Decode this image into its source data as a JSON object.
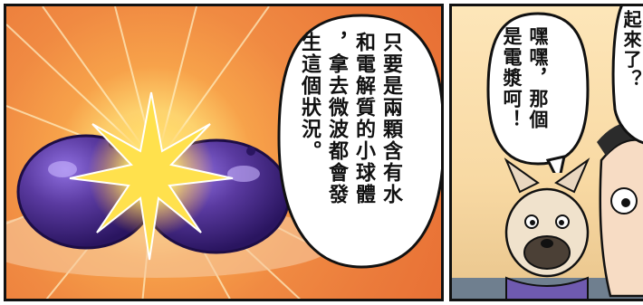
{
  "bubble_main": {
    "lines": [
      "只要是兩顆含有水",
      "和電解質的小球體",
      "，拿去微波都會發",
      "生這個狀況。"
    ]
  },
  "bubble_right": {
    "lines": [
      "嘿嘿，那個",
      "是電漿呵！"
    ]
  },
  "bubble_edge": {
    "lines": [
      "起",
      "來",
      "了",
      "？"
    ]
  },
  "colors": {
    "burst_orange": "#f08a42",
    "plum_purple": "#5a3aa0",
    "spark_yellow": "#ffe14d",
    "wall_beige": "#f8d9a3"
  }
}
